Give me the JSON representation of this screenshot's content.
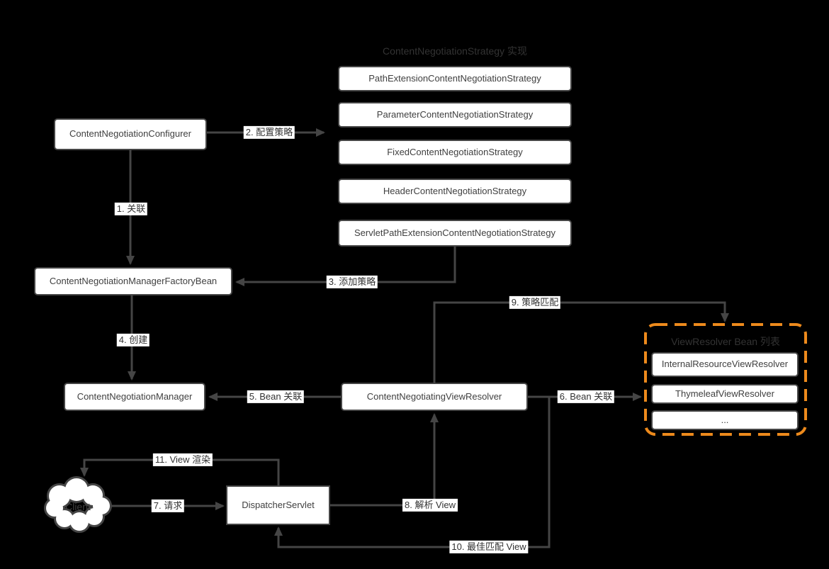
{
  "titles": {
    "strategy_group": "ContentNegotiationStrategy 实现",
    "resolver_group": "ViewResolver Bean 列表"
  },
  "nodes": {
    "configurer": "ContentNegotiationConfigurer",
    "factory_bean": "ContentNegotiationManagerFactoryBean",
    "manager": "ContentNegotiationManager",
    "negotiating_view_resolver": "ContentNegotiatingViewResolver",
    "dispatcher_servlet": "DispatcherServlet",
    "client": "Client"
  },
  "strategies": [
    "PathExtensionContentNegotiationStrategy",
    "ParameterContentNegotiationStrategy",
    "FixedContentNegotiationStrategy",
    "HeaderContentNegotiationStrategy",
    "ServletPathExtensionContentNegotiationStrategy"
  ],
  "resolvers": [
    "InternalResourceViewResolver",
    "ThymeleafViewResolver",
    "..."
  ],
  "edges": {
    "e1": "1. 关联",
    "e2": "2. 配置策略",
    "e3": "3. 添加策略",
    "e4": "4. 创建",
    "e5": "5. Bean 关联",
    "e6": "6. Bean 关联",
    "e7": "7. 请求",
    "e8": "8. 解析 View",
    "e9": "9. 策略匹配",
    "e10": "10. 最佳匹配 View",
    "e11": "11. View 渲染"
  },
  "colors": {
    "background": "#000000",
    "line": "#454545",
    "box_border": "#454545",
    "box_fill": "#FFFFFF",
    "box_text": "#404040",
    "label_text": "#333333",
    "group_title_text": "#333333",
    "accent_orange": "#ED8A1C"
  }
}
